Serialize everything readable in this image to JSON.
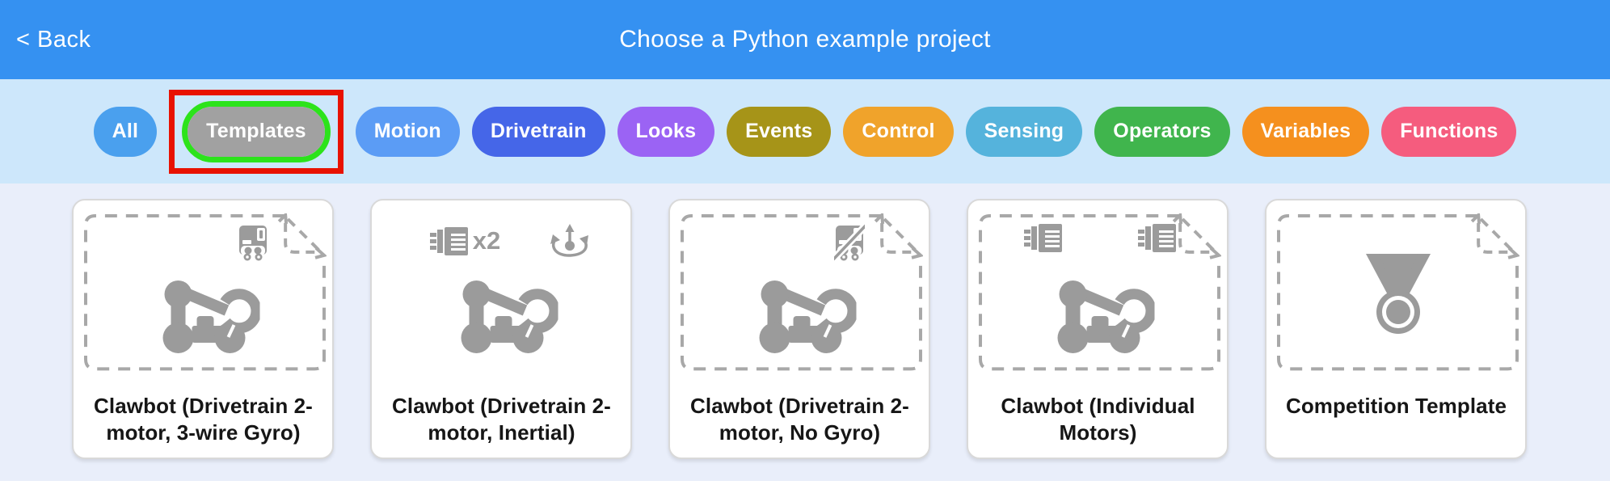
{
  "header": {
    "back_label": "< Back",
    "title": "Choose a Python example project",
    "bg": "#3591f1"
  },
  "filter_bar": {
    "bg": "#cde7fb",
    "items": [
      {
        "label": "All",
        "color": "#4aa0ee"
      },
      {
        "label": "Templates",
        "color": "#a1a1a1",
        "selected": true,
        "annotated": true
      },
      {
        "label": "Motion",
        "color": "#5b9cf5"
      },
      {
        "label": "Drivetrain",
        "color": "#4566e8"
      },
      {
        "label": "Looks",
        "color": "#9b63f4"
      },
      {
        "label": "Events",
        "color": "#a69418"
      },
      {
        "label": "Control",
        "color": "#f0a32b"
      },
      {
        "label": "Sensing",
        "color": "#55b3dc"
      },
      {
        "label": "Operators",
        "color": "#40b54d"
      },
      {
        "label": "Variables",
        "color": "#f5901e"
      },
      {
        "label": "Functions",
        "color": "#f55c7e"
      }
    ]
  },
  "annotation": {
    "box_color": "#e81200",
    "ring_color": "#2ce31b"
  },
  "cards": [
    {
      "title": "Clawbot (Drivetrain 2-motor, 3-wire Gyro)",
      "badges": [
        "gyro-3wire"
      ],
      "has_template_frame": true,
      "main_icon": "clawbot"
    },
    {
      "title": "Clawbot (Drivetrain 2-motor, Inertial)",
      "badges": [
        "motor-x2",
        "inertial"
      ],
      "x2_label": "x2",
      "has_template_frame": false,
      "main_icon": "clawbot"
    },
    {
      "title": "Clawbot (Drivetrain 2-motor, No Gyro)",
      "badges": [
        "gyro-crossed"
      ],
      "has_template_frame": true,
      "main_icon": "clawbot"
    },
    {
      "title": "Clawbot (Individual Motors)",
      "badges": [
        "motor",
        "motor"
      ],
      "has_template_frame": true,
      "main_icon": "clawbot"
    },
    {
      "title": "Competition Template",
      "badges": [],
      "has_template_frame": true,
      "main_icon": "medal"
    }
  ],
  "colors": {
    "page_bg": "#e9eefa",
    "icon_gray": "#9b9b9b",
    "frame_dash": "#a8a8a8",
    "card_bg": "#ffffff",
    "label_text": "#161616"
  }
}
